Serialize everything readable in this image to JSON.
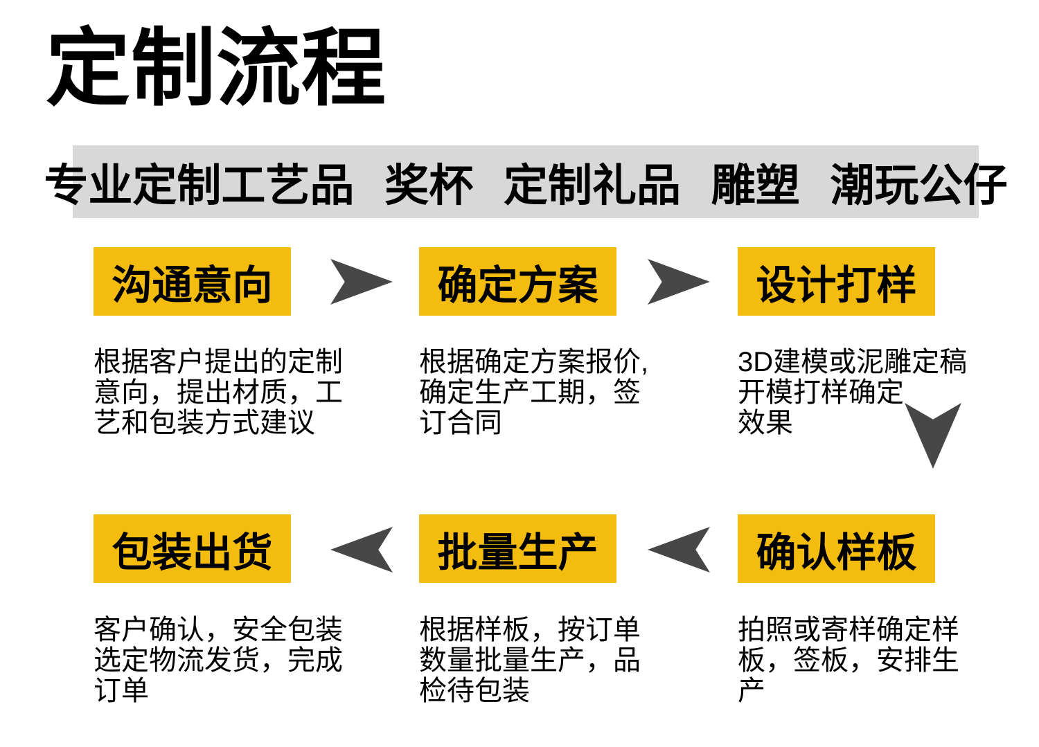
{
  "page": {
    "title": "定制流程",
    "banner": "专业定制工艺品 奖杯 定制礼品 雕塑 潮玩公仔",
    "colors": {
      "accent_yellow": "#F4BC0F",
      "banner_gray": "#D8D8D8",
      "arrow_gray": "#474747",
      "text_black": "#000000",
      "background": "#FFFFFF"
    }
  },
  "steps": [
    {
      "order": 1,
      "label": "沟通意向",
      "desc_lines": [
        "根据客户提出的定制",
        "意向，提出材质，工",
        "艺和包装方式建议"
      ]
    },
    {
      "order": 2,
      "label": "确定方案",
      "desc_lines": [
        "根据确定方案报价,",
        "确定生产工期，签",
        "订合同"
      ]
    },
    {
      "order": 3,
      "label": "设计打样",
      "desc_lines": [
        "3D建模或泥雕定稿",
        "开模打样确定",
        "效果"
      ]
    },
    {
      "order": 4,
      "label": "确认样板",
      "desc_lines": [
        "拍照或寄样确定样",
        "板，签板，安排生",
        "产"
      ]
    },
    {
      "order": 5,
      "label": "批量生产",
      "desc_lines": [
        "根据样板，按订单",
        "数量批量生产，品",
        "检待包装"
      ]
    },
    {
      "order": 6,
      "label": "包装出货",
      "desc_lines": [
        "客户确认，安全包装",
        "选定物流发货，完成",
        "订单"
      ]
    }
  ],
  "icons": {
    "flow_arrows": [
      "arrow-right-icon",
      "arrow-right-icon",
      "arrow-down-icon",
      "arrow-left-icon",
      "arrow-left-icon"
    ]
  }
}
